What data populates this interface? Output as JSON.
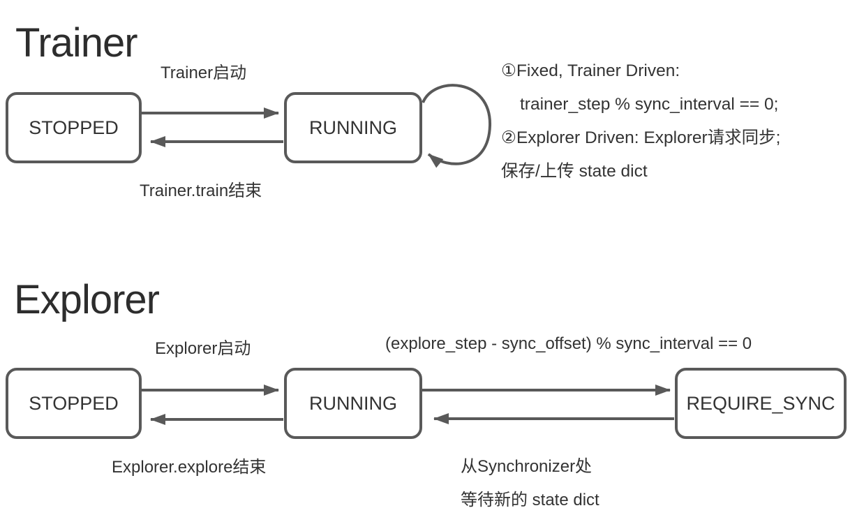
{
  "colors": {
    "line": "#595959",
    "box_border": "#595959",
    "box_fill": "#ffffff",
    "text": "#333333"
  },
  "trainer": {
    "title": "Trainer",
    "states": {
      "stopped": "STOPPED",
      "running": "RUNNING"
    },
    "edge_labels": {
      "start": "Trainer启动",
      "stop": "Trainer.train结束"
    },
    "notes": [
      "①Fixed, Trainer Driven:",
      "trainer_step % sync_interval == 0;",
      "②Explorer Driven: Explorer请求同步;",
      "保存/上传 state dict"
    ]
  },
  "explorer": {
    "title": "Explorer",
    "states": {
      "stopped": "STOPPED",
      "running": "RUNNING",
      "require_sync": "REQUIRE_SYNC"
    },
    "edge_labels": {
      "start": "Explorer启动",
      "stop": "Explorer.explore结束",
      "sync_condition": "(explore_step - sync_offset) % sync_interval == 0",
      "sync_wait_line1": "从Synchronizer处",
      "sync_wait_line2": "等待新的 state dict"
    }
  }
}
